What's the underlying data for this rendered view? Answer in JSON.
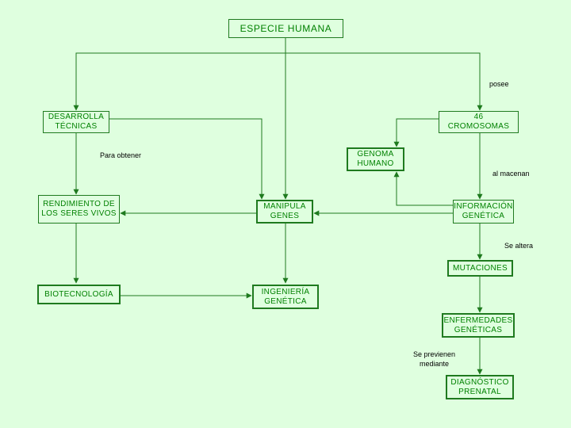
{
  "colors": {
    "background": "#dfffdf",
    "line": "#1f7a1f",
    "text": "#008000",
    "label_text": "#000000"
  },
  "nodes": {
    "especie_humana": "ESPECIE  HUMANA",
    "desarrolla_tecnicas": "DESARROLLA\nTÉCNICAS",
    "cromosomas": "46\nCROMOSOMAS",
    "genoma_humano": "GENOMA\nHUMANO",
    "rendimiento": "RENDIMIENTO DE\nLOS SERES VIVOS",
    "manipula_genes": "MANIPULA\nGENES",
    "informacion_genetica": "INFORMACIÓN\nGENÉTICA",
    "mutaciones": "MUTACIONES",
    "biotecnologia": "BIOTECNOLOGÍA",
    "ingenieria_genetica": "INGENIERÍA\nGENÉTICA",
    "enfermedades_geneticas": "ENFERMEDADES\nGENÉTICAS",
    "diagnostico_prenatal": "DIAGNÓSTICO\nPRENATAL"
  },
  "edge_labels": {
    "posee": "posee",
    "para_obtener": "Para obtener",
    "almacenan": "al macenan",
    "se_altera": "Se altera",
    "se_previenen": "Se previenen\nmediante"
  }
}
